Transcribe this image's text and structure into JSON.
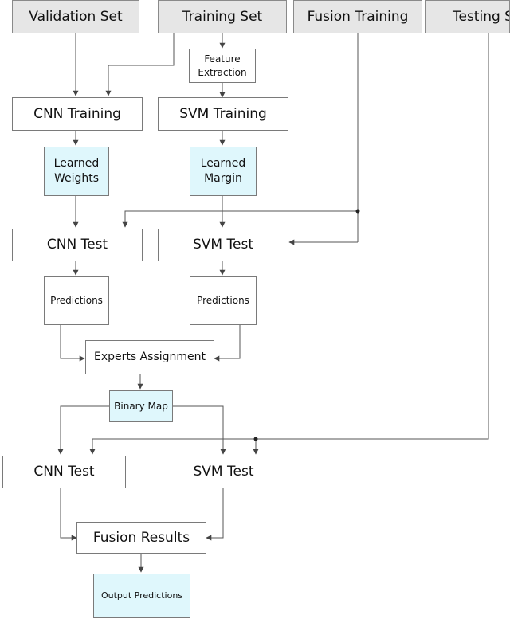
{
  "nodes": {
    "validation_set": "Validation Set",
    "training_set": "Training Set",
    "fusion_training": "Fusion Training",
    "testing_set": "Testing S",
    "feature_extraction": "Feature\nExtraction",
    "cnn_training": "CNN Training",
    "svm_training": "SVM Training",
    "learned_weights": "Learned\nWeights",
    "learned_margin": "Learned\nMargin",
    "cnn_test_1": "CNN Test",
    "svm_test_1": "SVM Test",
    "predictions_1": "Predictions",
    "predictions_2": "Predictions",
    "experts_assignment": "Experts Assignment",
    "binary_map": "Binary Map",
    "cnn_test_2": "CNN Test",
    "svm_test_2": "SVM Test",
    "fusion_results": "Fusion Results",
    "output_predictions": "Output Predictions"
  },
  "colors": {
    "header_fill": "#e6e6e6",
    "highlight_fill": "#dff7fc",
    "border": "#7a7a7a",
    "line": "#444444"
  }
}
